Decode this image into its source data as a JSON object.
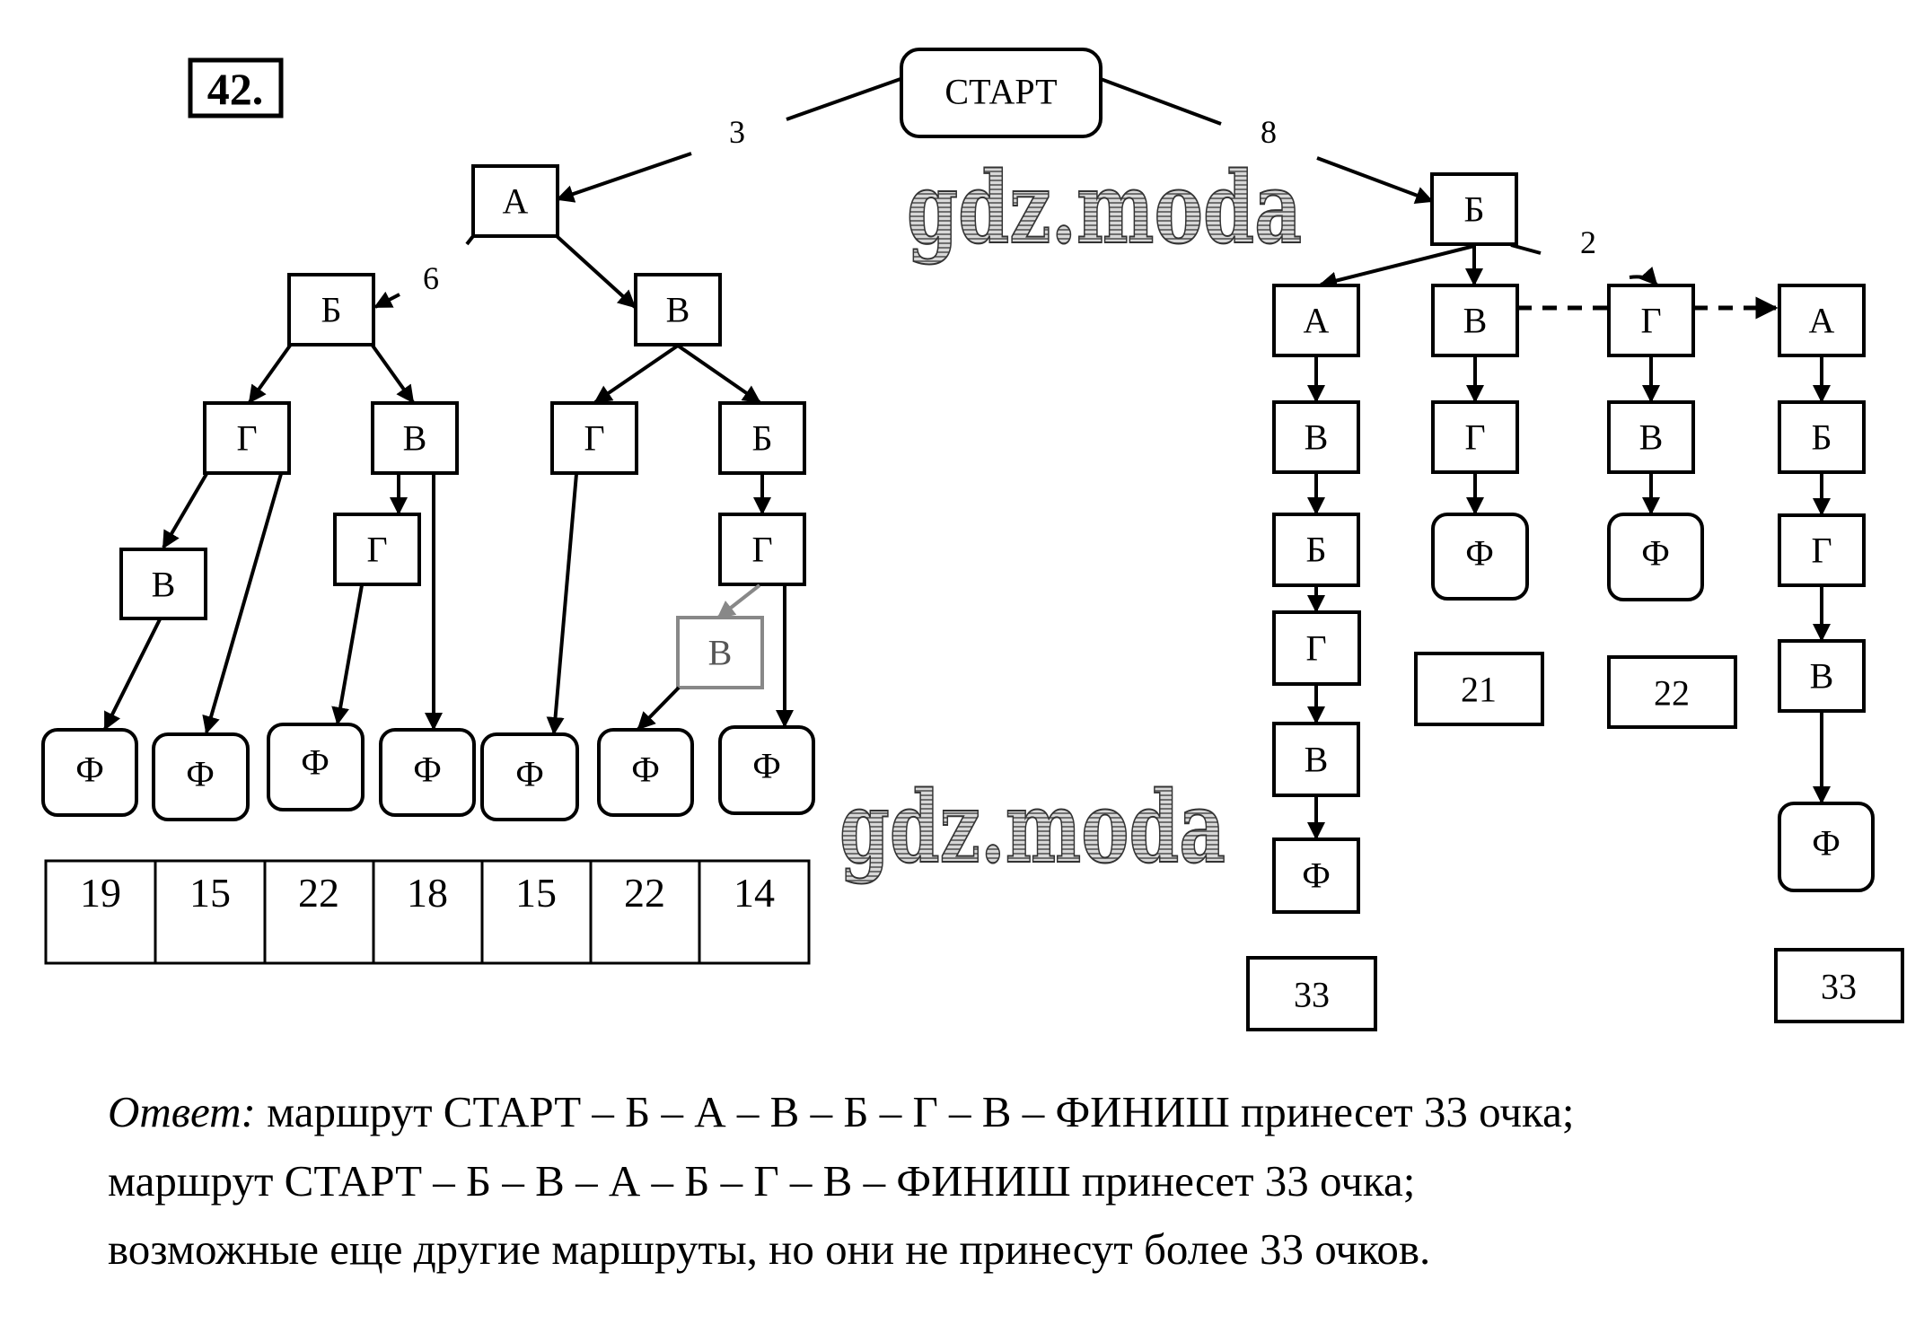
{
  "problem_number": "42.",
  "start_label": "СТАРТ",
  "edge_weights": {
    "start_to_a": "3",
    "start_to_b": "8",
    "a_to_b": "6",
    "b_to_g": "2"
  },
  "left_tree": {
    "a": "А",
    "b_left": "Б",
    "v_mid": "В",
    "g1": "Г",
    "v1": "В",
    "g2": "Г",
    "b2": "Б",
    "v_l3": "В",
    "g_l3": "Г",
    "g_l3b": "Г",
    "e_l4": "В",
    "finish": [
      "Ф",
      "Ф",
      "Ф",
      "Ф",
      "Ф",
      "Ф",
      "Ф"
    ],
    "scores": [
      "19",
      "15",
      "22",
      "18",
      "15",
      "22",
      "14"
    ]
  },
  "right_tree": {
    "b_root": "Б",
    "col1": [
      "А",
      "В",
      "Б",
      "Г",
      "В",
      "Ф"
    ],
    "col1_score": "33",
    "col2": [
      "В",
      "Г",
      "Ф"
    ],
    "col2_score": "21",
    "col3": [
      "Г",
      "В",
      "Ф"
    ],
    "col3_score": "22",
    "col4": [
      "А",
      "Б",
      "Г",
      "В",
      "Ф"
    ],
    "col4_score": "33"
  },
  "watermark": "gdz.moda",
  "answer": {
    "label": "Ответ:",
    "line1": " маршрут СТАРТ – Б – А – В – Б – Г – В – ФИНИШ принесет 33 очка;",
    "line2": "маршрут СТАРТ – Б – В – А – Б – Г – В – ФИНИШ принесет 33 очка;",
    "line3": "возможные еще другие маршруты, но они не принесут более 33 очков."
  }
}
